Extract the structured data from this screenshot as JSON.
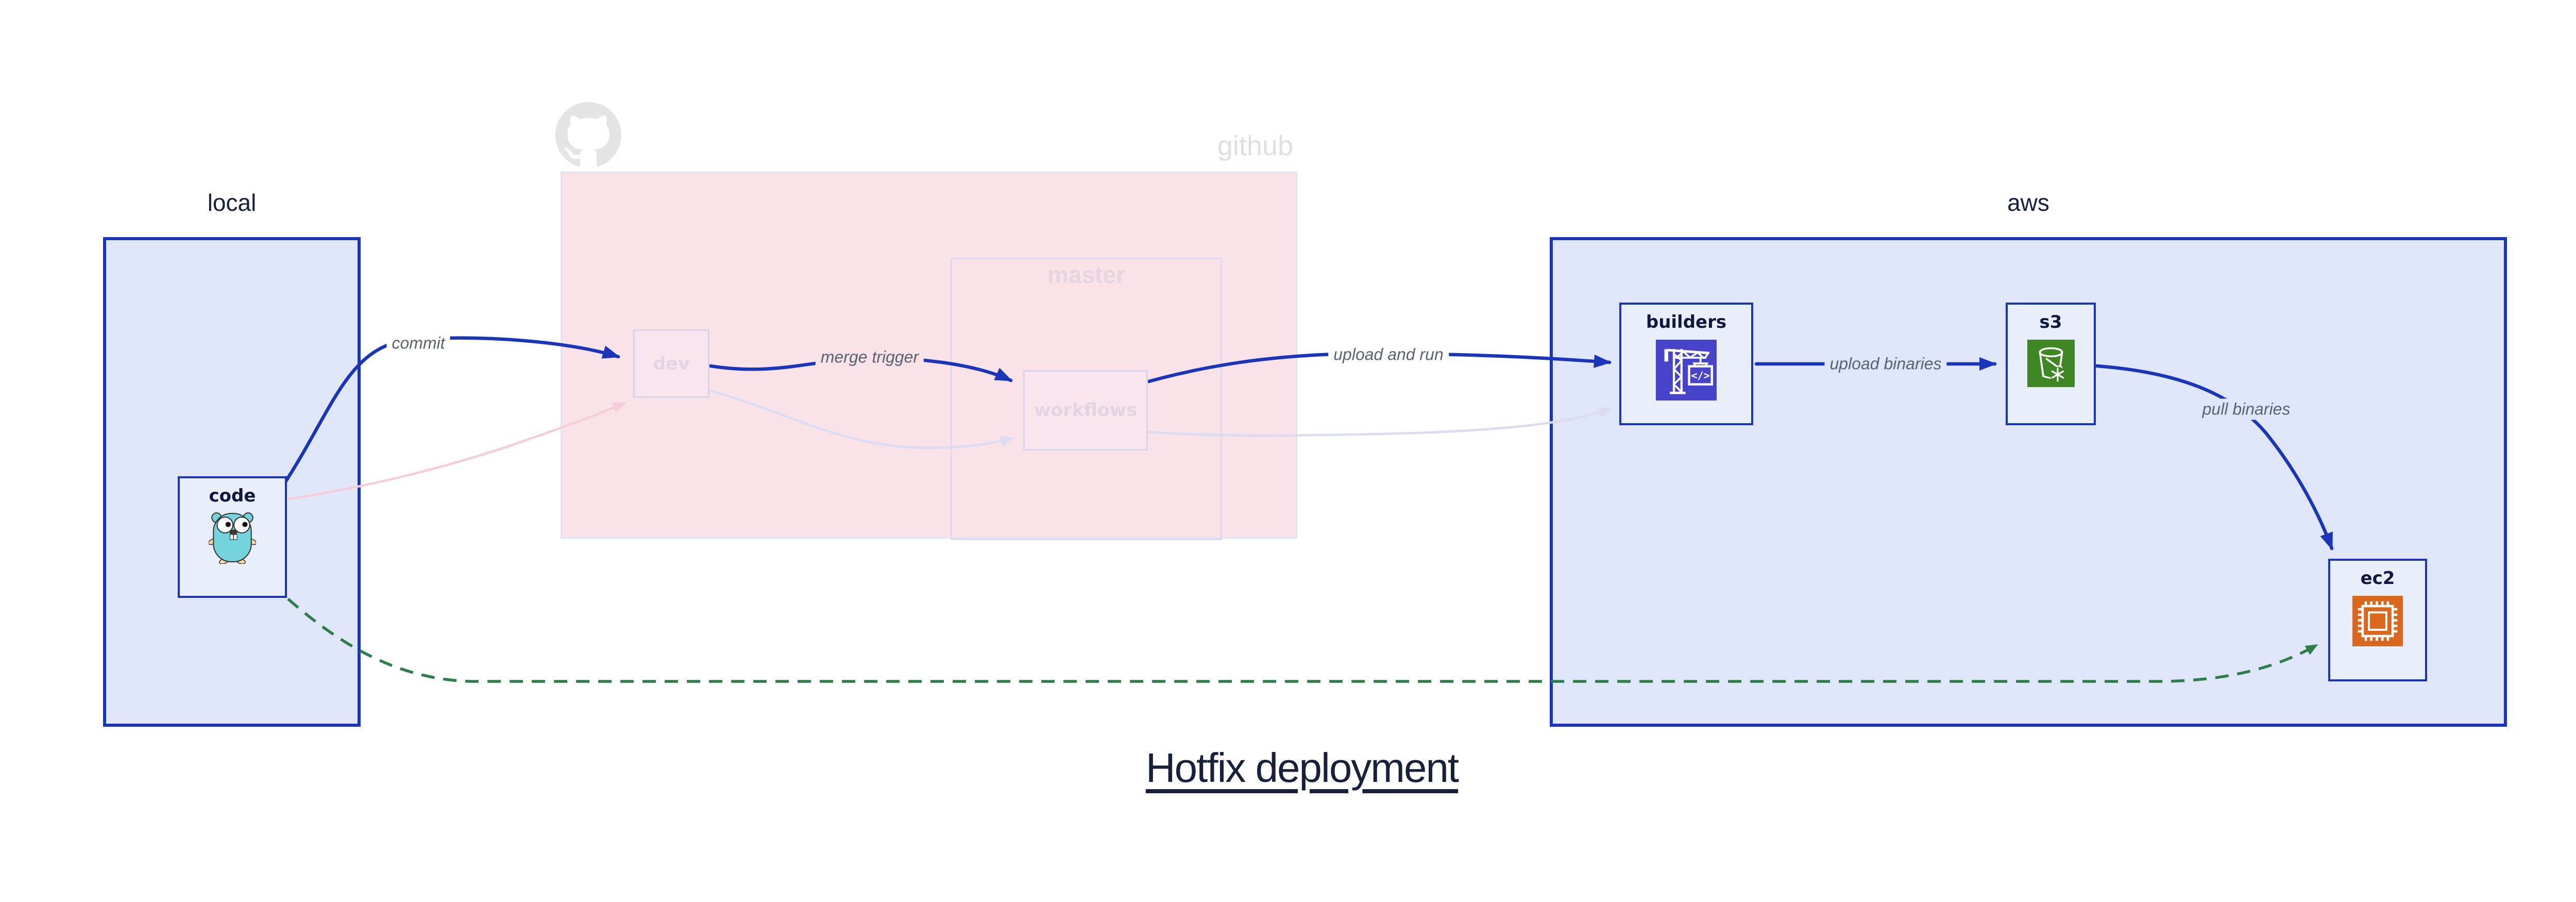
{
  "title": "Hotfix deployment",
  "clusters": {
    "local": {
      "label": "local"
    },
    "github": {
      "label": "github"
    },
    "master": {
      "label": "master"
    },
    "aws": {
      "label": "aws"
    }
  },
  "nodes": {
    "code": {
      "label": "code",
      "icon": "go-gopher-icon"
    },
    "dev": {
      "label": "dev",
      "state": "faded"
    },
    "workflows": {
      "label": "workflows",
      "state": "faded"
    },
    "builders": {
      "label": "builders",
      "icon": "codebuild-crane-icon"
    },
    "s3": {
      "label": "s3",
      "icon": "s3-bucket-icon"
    },
    "ec2": {
      "label": "ec2",
      "icon": "ec2-chip-icon"
    }
  },
  "edges": {
    "commit": {
      "label": "commit",
      "from": "code",
      "to": "dev",
      "style": "active-blue"
    },
    "merge_trigger": {
      "label": "merge trigger",
      "from": "dev",
      "to": "workflows",
      "style": "active-blue"
    },
    "upload_and_run": {
      "label": "upload and run",
      "from": "workflows",
      "to": "builders",
      "style": "active-blue"
    },
    "upload_binaries": {
      "label": "upload binaries",
      "from": "builders",
      "to": "s3",
      "style": "active-blue"
    },
    "pull_binaries": {
      "label": "pull binaries",
      "from": "s3",
      "to": "ec2",
      "style": "active-blue"
    },
    "code_to_dev_faded": {
      "label": "",
      "from": "code",
      "to": "dev",
      "style": "faded-pink"
    },
    "dev_to_workflows_faded": {
      "label": "",
      "from": "dev",
      "to": "workflows",
      "style": "faded-lavender"
    },
    "workflows_to_builders_faded": {
      "label": "",
      "from": "workflows",
      "to": "builders",
      "style": "faded-lavender"
    },
    "hotfix_code_to_ec2": {
      "label": "",
      "from": "code",
      "to": "ec2",
      "style": "green-dashed"
    }
  },
  "icons": {
    "octocat": "github-octocat-logo",
    "codebuild_glyph": "</>"
  },
  "colors": {
    "active_edge": "#1b35b8",
    "hotfix_edge": "#2e7d4a",
    "faded_pink_edge": "#f5cdda",
    "faded_lavender_edge": "#dadcf2",
    "cluster_fill_blue": "#e0e6fa",
    "cluster_fill_pink": "#f9e2e8",
    "node_fill": "#e9eefb",
    "codebuild_icon_bg": "#4843cb",
    "s3_icon_bg": "#3f8624",
    "ec2_icon_bg": "#d9671e",
    "edge_label_text": "#5a6270",
    "title_text": "#18203a"
  }
}
